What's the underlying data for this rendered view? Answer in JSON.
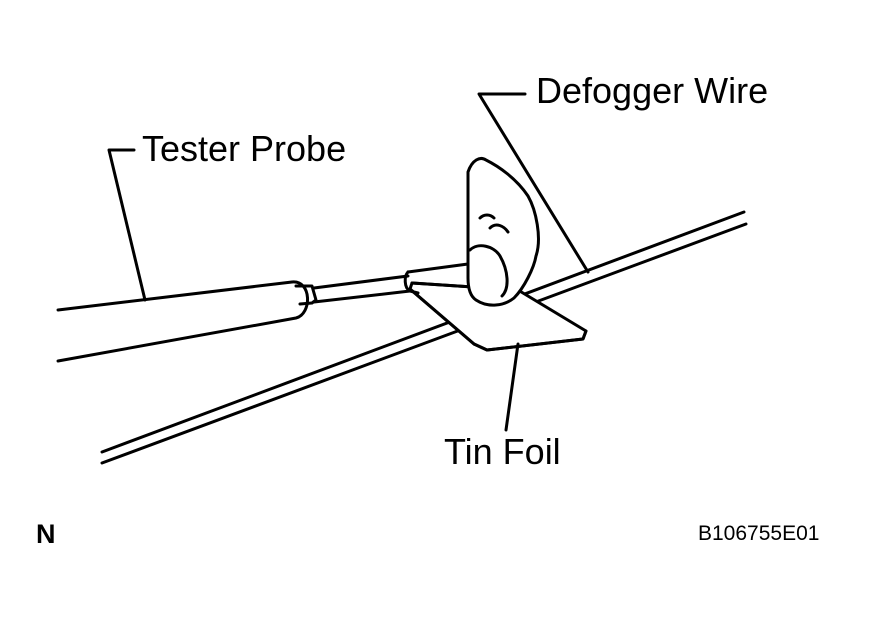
{
  "diagram": {
    "callouts": {
      "defogger_wire": "Defogger Wire",
      "tester_probe": "Tester Probe",
      "tin_foil": "Tin Foil"
    },
    "corner_mark": "N",
    "figure_code": "B106755E01",
    "colors": {
      "line": "#000000",
      "background": "#ffffff"
    }
  }
}
